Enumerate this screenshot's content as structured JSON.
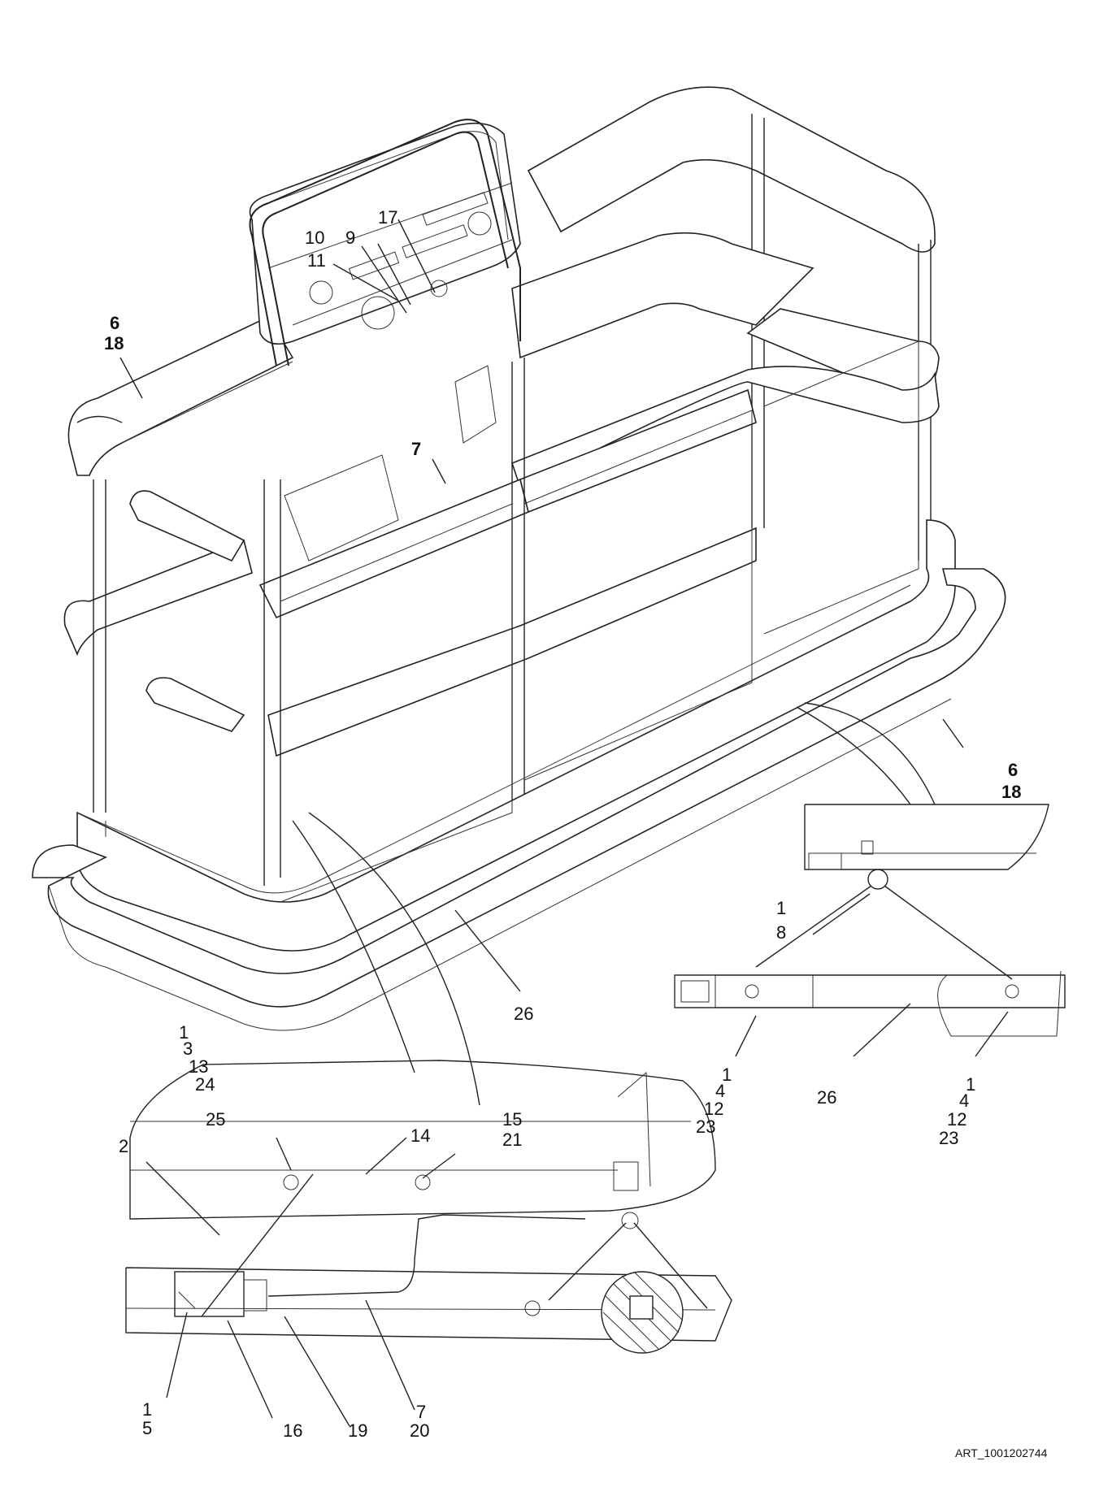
{
  "art_id": "ART_1001202744",
  "callouts": {
    "top_6_18": [
      "6",
      "18"
    ],
    "console_10": "10",
    "console_9": "9",
    "console_17": "17",
    "console_11": "11",
    "mid_7": "7",
    "right_6_18": [
      "6",
      "18"
    ],
    "right_detail_1_8": [
      "1",
      "8"
    ],
    "bottom_26": "26",
    "detail_26": "26",
    "left_stack": [
      "1",
      "3",
      "13",
      "24"
    ],
    "detail_left_stack": [
      "1",
      "4",
      "12",
      "23"
    ],
    "detail_right_stack": [
      "1",
      "4",
      "12",
      "23"
    ],
    "lower_25": "25",
    "lower_2": "2",
    "lower_14": "14",
    "lower_15_21": [
      "15",
      "21"
    ],
    "lower_1_5": [
      "1",
      "5"
    ],
    "lower_16": "16",
    "lower_19": "19",
    "lower_7_20": [
      "7",
      "20"
    ]
  }
}
